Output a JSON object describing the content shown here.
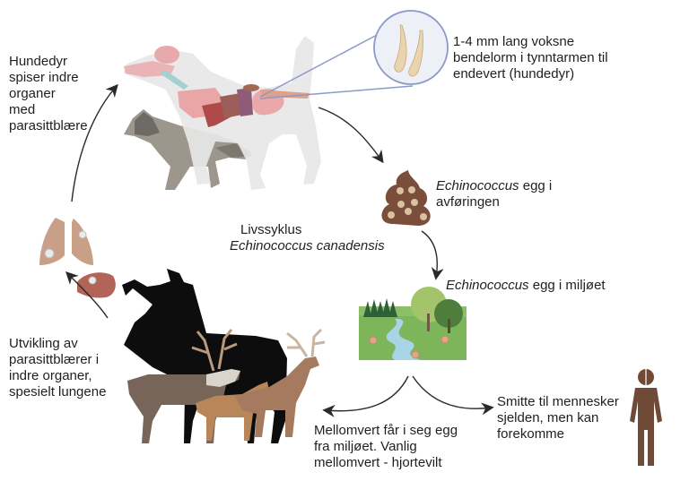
{
  "title": {
    "line1": "Livssyklus",
    "line2": "Echinococcus canadensis"
  },
  "labels": {
    "definitive_host_eats": [
      "Hundedyr",
      "spiser indre",
      "organer",
      "med",
      "parasittblære"
    ],
    "adult_worm": [
      "1-4 mm lang voksne",
      "bendelorm i tynntarmen til",
      "endevert (hundedyr)"
    ],
    "eggs_in_feces": {
      "genus": "Echinococcus",
      "rest1": " egg i",
      "line2": "avføringen"
    },
    "eggs_in_environment": {
      "genus": "Echinococcus",
      "rest": " egg i miljøet"
    },
    "cyst_development": [
      "Utvikling av",
      "parasittblærer i",
      "indre organer,",
      "spesielt lungene"
    ],
    "intermediate_host": [
      "Mellomvert får i seg egg",
      "fra miljøet. Vanlig",
      "mellomvert - hjortevilt"
    ],
    "human_infection": [
      "Smitte til mennesker",
      "sjelden, men kan",
      "forekomme"
    ]
  },
  "illustrations": {
    "dog": "dog-anatomy-illustration",
    "wolf": "wolf-illustration",
    "tapeworm": "tapeworm-magnified-illustration",
    "feces": "feces-with-eggs-illustration",
    "environment": "landscape-river-trees-illustration",
    "lungs": "lungs-with-cysts-illustration",
    "liver": "liver-with-cyst-illustration",
    "cervids": "moose-reindeer-deer-illustration",
    "human": "human-figure-icon"
  },
  "colors": {
    "text": "#1f1f1f",
    "arrow": "#2a2a2a",
    "brown": "#7a4e3a",
    "human": "#6f4a36",
    "lens": "#8b9ac7",
    "grass": "#7db65a",
    "river": "#a8d4e6"
  }
}
